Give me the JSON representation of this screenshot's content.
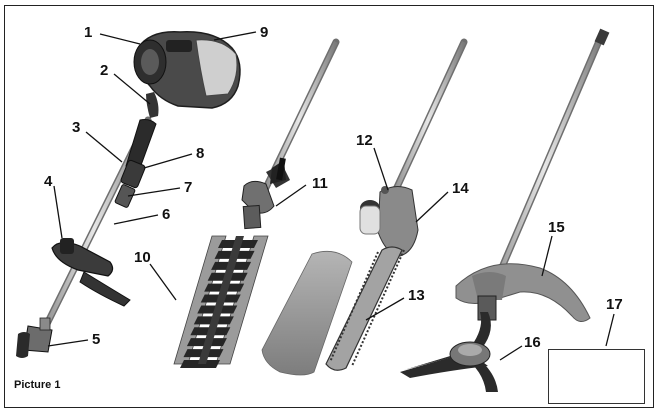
{
  "figure": {
    "caption": "Picture 1",
    "parts": [
      {
        "id": "p1",
        "number": "1"
      },
      {
        "id": "p2",
        "number": "2"
      },
      {
        "id": "p3",
        "number": "3"
      },
      {
        "id": "p4",
        "number": "4"
      },
      {
        "id": "p5",
        "number": "5"
      },
      {
        "id": "p6",
        "number": "6"
      },
      {
        "id": "p7",
        "number": "7"
      },
      {
        "id": "p8",
        "number": "8"
      },
      {
        "id": "p9",
        "number": "9"
      },
      {
        "id": "p10",
        "number": "10"
      },
      {
        "id": "p11",
        "number": "11"
      },
      {
        "id": "p12",
        "number": "12"
      },
      {
        "id": "p13",
        "number": "13"
      },
      {
        "id": "p14",
        "number": "14"
      },
      {
        "id": "p15",
        "number": "15"
      },
      {
        "id": "p16",
        "number": "16"
      },
      {
        "id": "p17",
        "number": "17"
      }
    ]
  },
  "colors": {
    "frame": "#222222",
    "metal": "#bfbfbf",
    "dark_metal": "#555555",
    "body": "#3a3a3a",
    "guard": "#8c8c8c",
    "blade_cover": "#9a9a9a"
  }
}
